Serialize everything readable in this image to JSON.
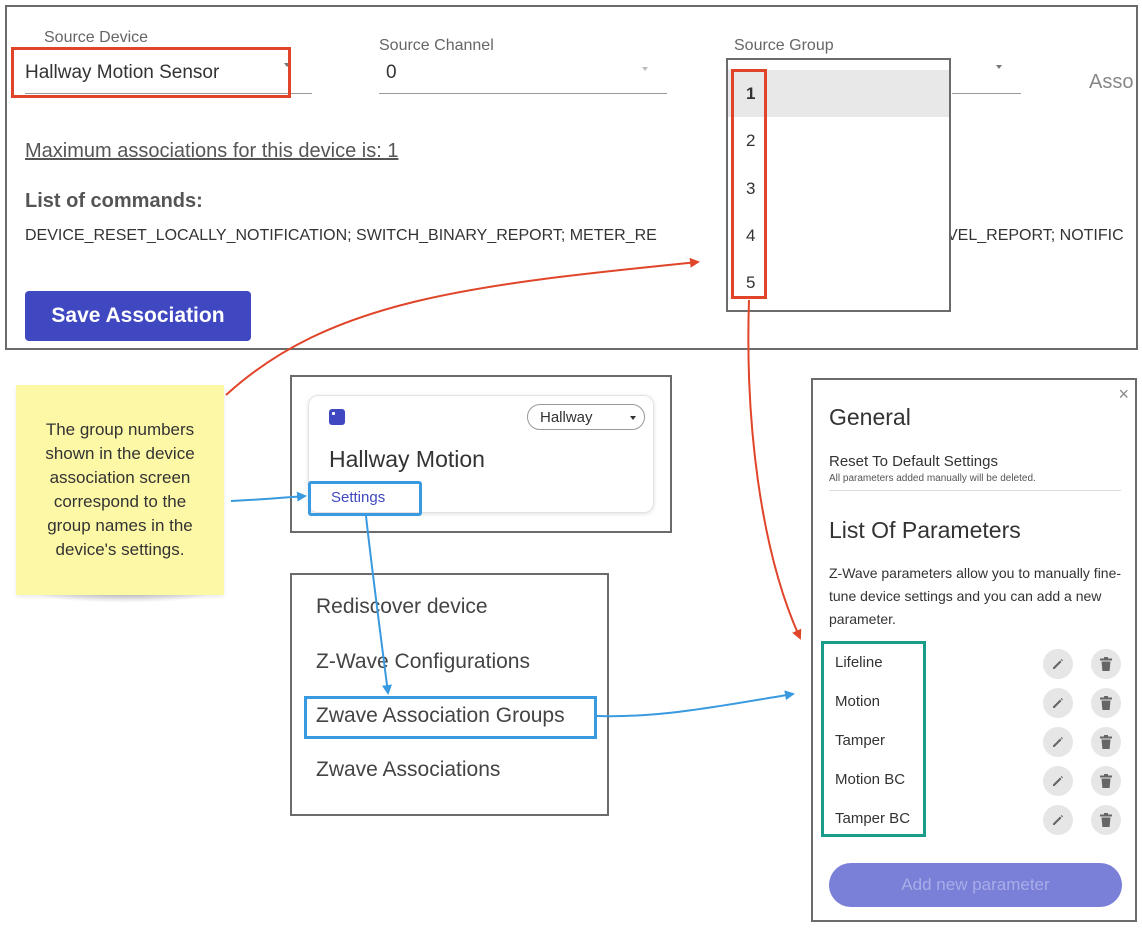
{
  "association_form": {
    "source_device_label": "Source Device",
    "source_device_value": "Hallway Motion Sensor",
    "source_channel_label": "Source Channel",
    "source_channel_value": "0",
    "source_group_label": "Source Group",
    "partial_label": "Asso",
    "max_associations": "Maximum associations for this device is: 1",
    "commands_title": "List of commands:",
    "commands_text": "DEVICE_RESET_LOCALLY_NOTIFICATION; SWITCH_BINARY_REPORT; METER_RE",
    "commands_text_tail": "VEL_REPORT; NOTIFIC",
    "save_button": "Save Association",
    "group_options": [
      "1",
      "2",
      "3",
      "4",
      "5"
    ],
    "selected_group": "1"
  },
  "note": {
    "text": "The group numbers shown in the device association screen correspond to the group names in the device's settings."
  },
  "device_card": {
    "room": "Hallway",
    "title": "Hallway Motion",
    "settings_link": "Settings"
  },
  "settings_menu": {
    "items": [
      "Rediscover device",
      "Z-Wave Configurations",
      "Zwave Association Groups",
      "Zwave Associations"
    ]
  },
  "settings_panel": {
    "close": "×",
    "general_title": "General",
    "reset_title": "Reset To Default Settings",
    "reset_subtitle": "All parameters added manually will be deleted.",
    "params_title": "List Of Parameters",
    "params_description": "Z-Wave parameters allow you to manually fine-tune device settings and you can add a new parameter.",
    "parameters": [
      "Lifeline",
      "Motion",
      "Tamper",
      "Motion BC",
      "Tamper BC"
    ],
    "add_button": "Add new parameter"
  },
  "colors": {
    "primary": "#3f48c0",
    "callout_red": "#e0452a",
    "callout_blue": "#3a9ae0",
    "callout_teal": "#1a9c8a",
    "note_yellow": "#fdf8a6"
  }
}
